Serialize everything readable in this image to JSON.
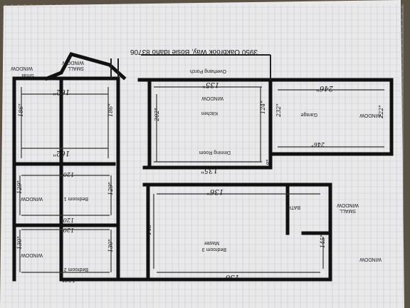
{
  "address": "3950 Oakbrook Way, Bosie Idaho 83706",
  "rooms": {
    "porch": "Overhang Porch",
    "kitchen": "Kitchen",
    "dining": "Dinning Room",
    "garage": "Garage",
    "bath": "BATH",
    "master": "Bedroom 3\nMaster",
    "bedroom1": "Bedroom 1",
    "bedroom2": "Bedroom 2",
    "small_window_top": "Small WINDOW",
    "small_window_left": "Small WINDOW",
    "small_window_right": "SMALL WINDOW"
  },
  "windows": {
    "living_top": "WINDOW",
    "kitchen": "WINDOW",
    "garage": "WINDOW",
    "bedroom1": "WINDOW",
    "bedroom2": "WINDOW",
    "master": "WINDOW"
  },
  "dims": {
    "living_top": "162\"",
    "living_bottom": "162\"",
    "living_left": "186\"",
    "living_right": "186\"",
    "kitchen_top": "135\"",
    "kitchen_bottom": "135\"",
    "kitchen_left": "202\"",
    "kitchen_right": "124\"",
    "garage_top": "246\"",
    "garage_bottom": "246\"",
    "garage_left": "232\"",
    "garage_right": "222\"",
    "hall": "18\"",
    "master_top": "136\"",
    "master_bottom": "136\"",
    "master_left": "145\"",
    "master_right": "145\"",
    "bed1_top": "120\"",
    "bed1_bottom": "120\"",
    "bed1_left": "129\"",
    "bed1_right": "129\"",
    "bed2_top": "120\"",
    "bed2_bottom": "120\"",
    "bed2_left": "130\"",
    "bed2_right": "130\""
  }
}
